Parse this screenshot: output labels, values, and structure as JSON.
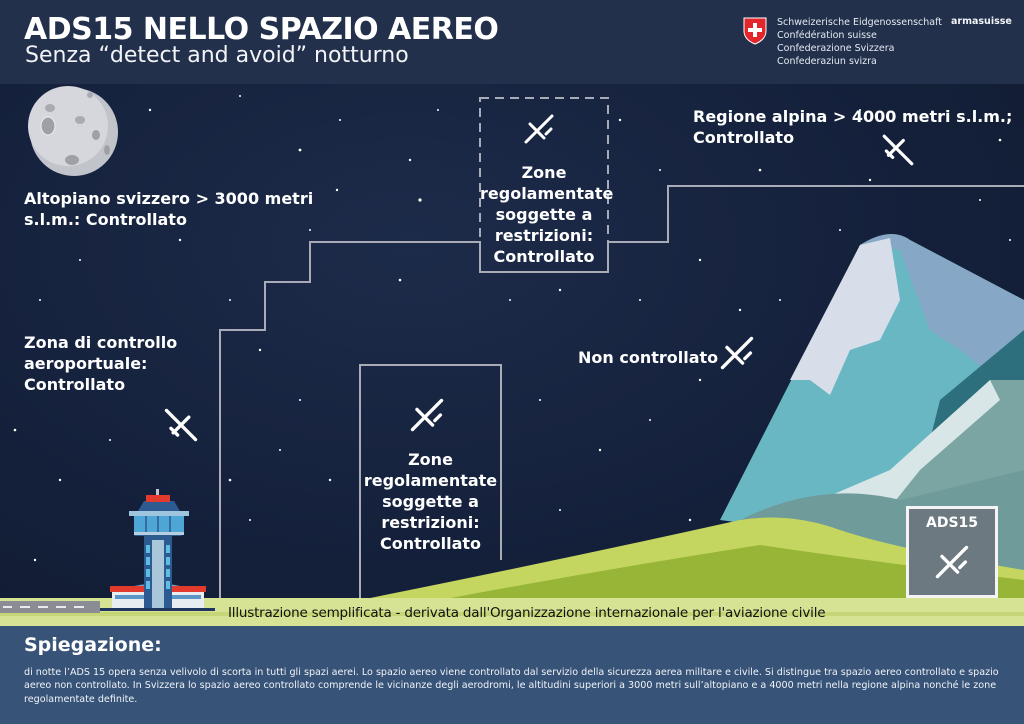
{
  "header": {
    "title": "ADS15 NELLO SPAZIO AEREO",
    "subtitle": "Senza “detect and avoid” notturno",
    "federation_lines": [
      "Schweizerische Eidgenossenschaft",
      "Confédération suisse",
      "Confederazione Svizzera",
      "Confederaziun svizra"
    ],
    "agency": "armasuisse"
  },
  "zones": {
    "plateau": {
      "lines": [
        "Altopiano svizzero > 3000 metri",
        "s.l.m.: Controllato"
      ]
    },
    "restricted_top": {
      "lines": [
        "Zone",
        "regolamentate",
        "soggette a",
        "restrizioni:",
        "Controllato"
      ]
    },
    "alpine": {
      "lines": [
        "Regione alpina > 4000 metri s.l.m.;",
        "Controllato"
      ]
    },
    "airport": {
      "lines": [
        "Zona di controllo",
        "aeroportuale:",
        "Controllato"
      ]
    },
    "uncontrolled": {
      "lines": [
        "Non controllato"
      ]
    },
    "restricted_low": {
      "lines": [
        "Zone",
        "regolamentate",
        "soggette a",
        "restrizioni:",
        "Controllato"
      ]
    }
  },
  "legend_box": {
    "label": "ADS15",
    "icon": "drone-icon"
  },
  "caption": "Illustrazione semplificata - derivata dall'Organizzazione internazionale per l'aviazione civile",
  "explanation": {
    "title": "Spiegazione:",
    "text": "di notte l’ADS 15 opera senza velivolo di scorta in tutti gli spazi aerei. Lo spazio aereo viene controllato dal servizio della sicurezza aerea militare e civile. Si distingue tra spazio aereo controllato e spazio aereo non controllato. In Svizzera lo spazio aereo controllato comprende le vicinanze degli aerodromi, le altitudini superiori a 3000 metri sull’altopiano e a 4000 metri nella regione alpina nonché le zone regolamentate definite."
  },
  "colors": {
    "header_bg": "#22304b",
    "sky": "#14203a",
    "boundary_line": "#a9acb6",
    "explanation_bg": "#375377",
    "swiss_red": "#e3262b",
    "ads_box": "#6c7980"
  }
}
